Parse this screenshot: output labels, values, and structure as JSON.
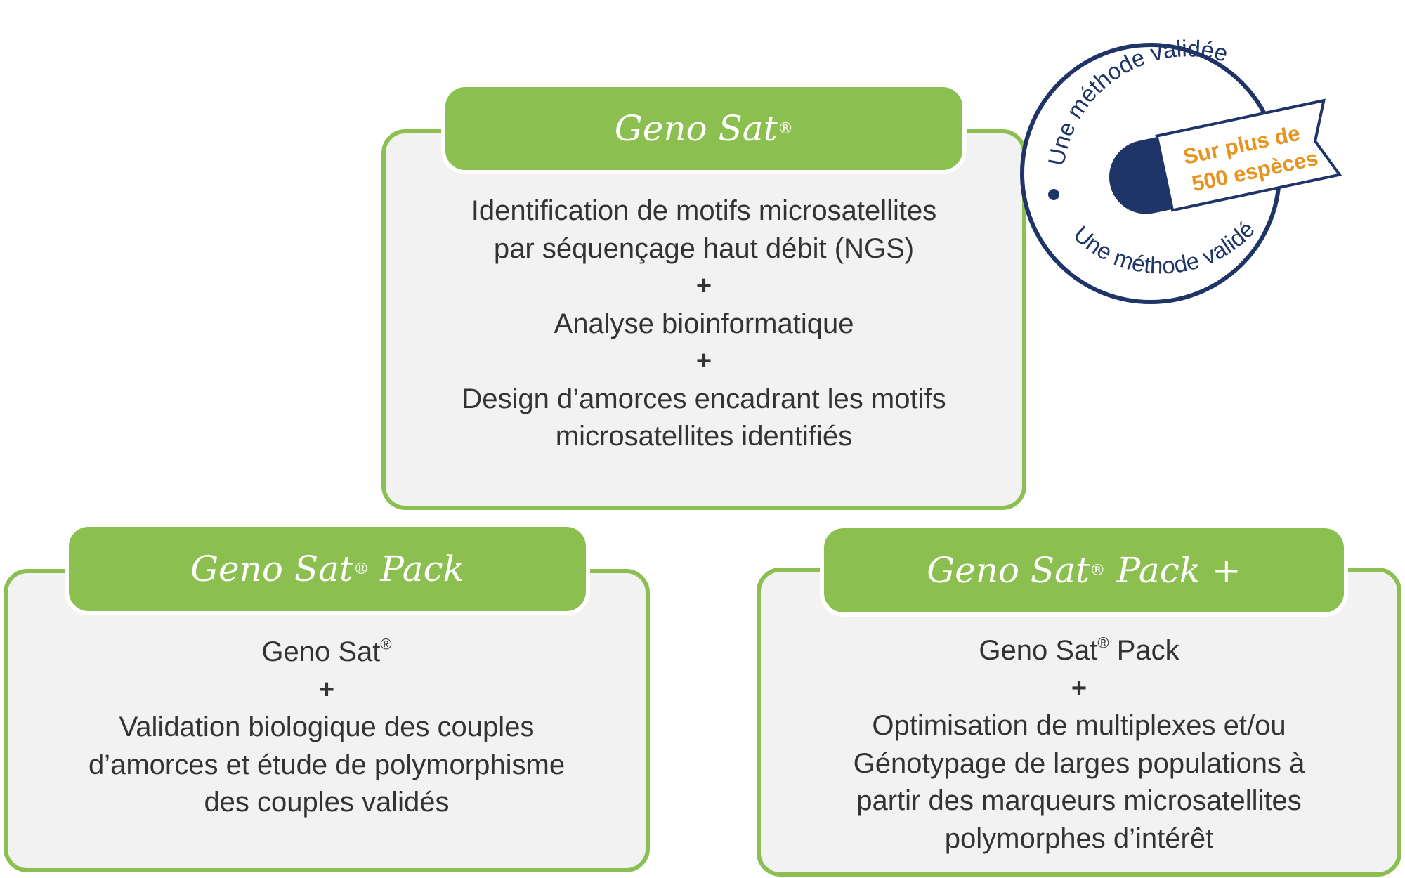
{
  "colors": {
    "green": "#8bbf4f",
    "card_bg": "#f2f2f2",
    "text": "#333333",
    "navy": "#1f3467",
    "orange": "#e8931e"
  },
  "top_card": {
    "tab_title": "Geno Sat",
    "tab_reg": "®",
    "lines": {
      "l1": "Identification de motifs microsatellites",
      "l2": "par séquençage haut débit (NGS)",
      "plus1": "+",
      "l3": "Analyse bioinformatique",
      "plus2": "+",
      "l4": "Design d’amorces encadrant les motifs",
      "l5": "microsatellites identifiés"
    }
  },
  "left_card": {
    "tab_title": "Geno Sat",
    "tab_reg": "®",
    "tab_suffix": " Pack",
    "lines": {
      "l1_main": "Geno Sat",
      "l1_reg": "®",
      "plus1": "+",
      "l2": "Validation biologique des couples",
      "l3": "d’amorces et étude de polymorphisme",
      "l4": "des couples validés"
    }
  },
  "right_card": {
    "tab_title": "Geno Sat",
    "tab_reg": "®",
    "tab_suffix": " Pack +",
    "lines": {
      "l1_main": "Geno Sat",
      "l1_reg": "®",
      "l1_suffix": " Pack",
      "plus1": "+",
      "l2": "Optimisation de multiplexes et/ou",
      "l3": "Génotypage de larges populations à",
      "l4": "partir des marqueurs microsatellites",
      "l5": "polymorphes d’intérêt"
    }
  },
  "seal": {
    "arc_text_top": "Une méthode validée",
    "arc_text_bottom": "Une méthode validée",
    "ribbon_line1": "Sur plus de",
    "ribbon_line2": "500 espèces"
  }
}
